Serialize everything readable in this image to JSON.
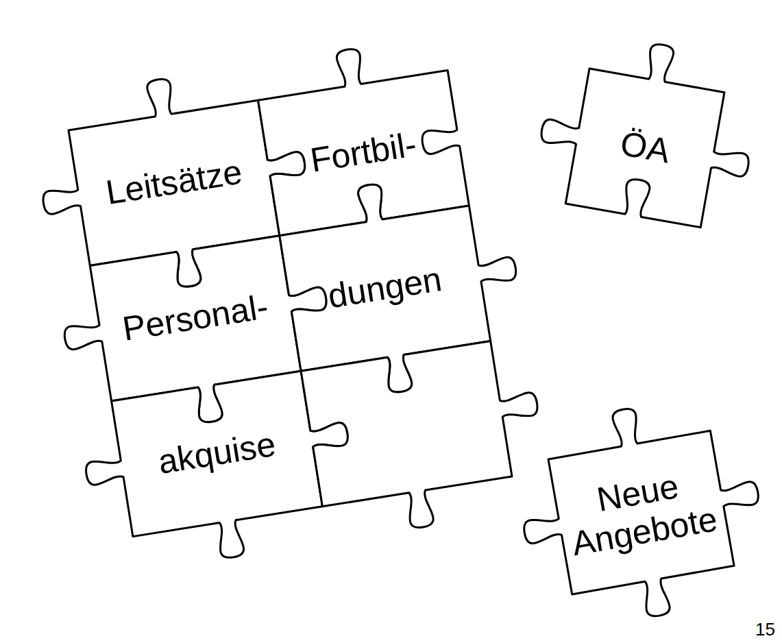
{
  "diagram": {
    "nodes": [
      {
        "text": [
          "Leitsätze"
        ]
      },
      {
        "text": [
          "Fortbil-"
        ]
      },
      {
        "text": [
          "dungen"
        ]
      },
      {
        "text": [
          "Personal-"
        ]
      },
      {
        "text": [
          "akquise"
        ]
      },
      {
        "text": [
          "ÖA"
        ]
      },
      {
        "text": [
          "Neue Angebote"
        ]
      }
    ],
    "labels": [
      "15"
    ]
  }
}
